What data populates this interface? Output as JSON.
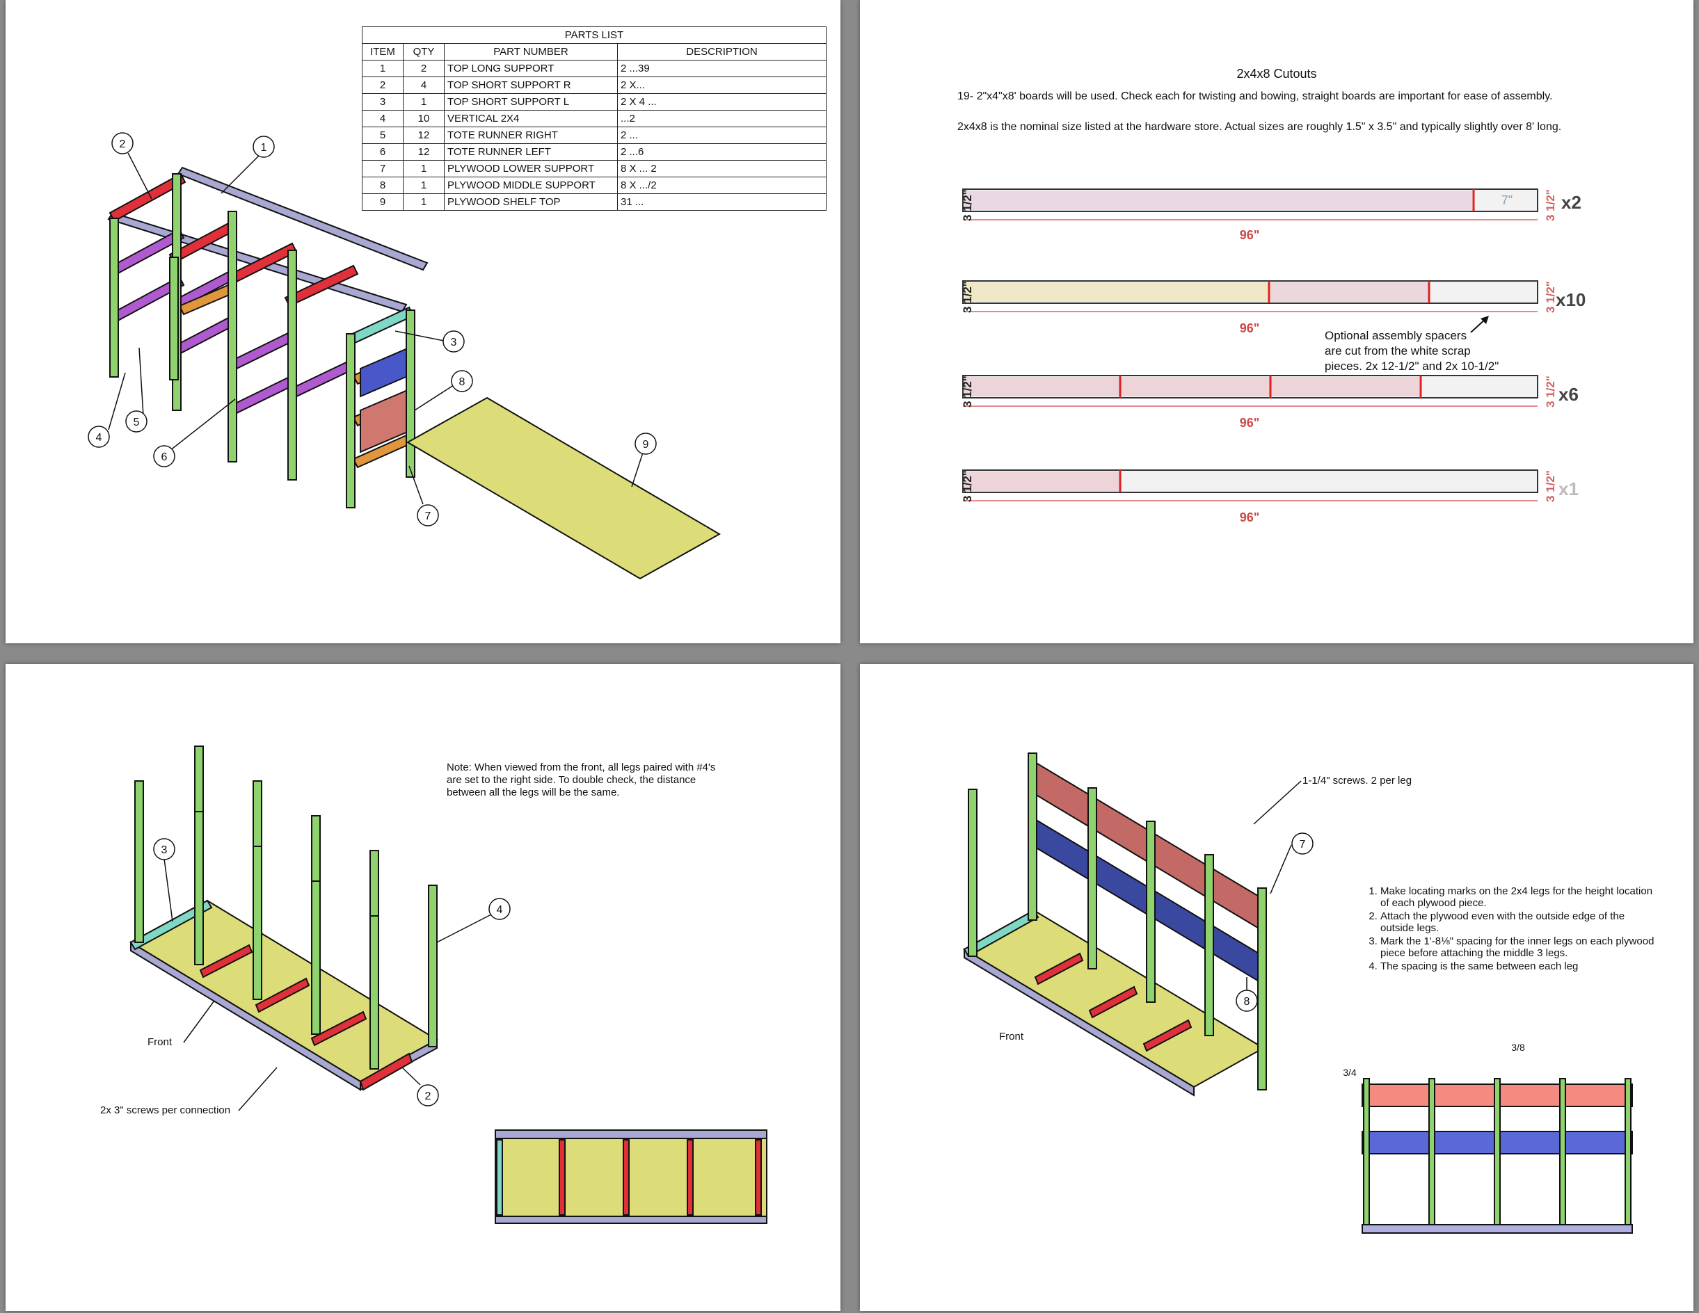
{
  "parts_list": {
    "title": "PARTS LIST",
    "headers": [
      "ITEM",
      "QTY",
      "PART NUMBER",
      "DESCRIPTION"
    ],
    "rows": [
      {
        "item": "1",
        "qty": "2",
        "part": "TOP LONG SUPPORT",
        "desc": "2 ...39"
      },
      {
        "item": "2",
        "qty": "4",
        "part": "TOP SHORT SUPPORT R",
        "desc": "2 X..."
      },
      {
        "item": "3",
        "qty": "1",
        "part": "TOP SHORT SUPPORT L",
        "desc": "2 X 4 ..."
      },
      {
        "item": "4",
        "qty": "10",
        "part": "VERTICAL 2X4",
        "desc": "...2"
      },
      {
        "item": "5",
        "qty": "12",
        "part": "TOTE RUNNER RIGHT",
        "desc": "2 ..."
      },
      {
        "item": "6",
        "qty": "12",
        "part": "TOTE RUNNER LEFT",
        "desc": "2 ...6"
      },
      {
        "item": "7",
        "qty": "1",
        "part": "PLYWOOD LOWER SUPPORT",
        "desc": "8 X ... 2"
      },
      {
        "item": "8",
        "qty": "1",
        "part": "PLYWOOD MIDDLE SUPPORT",
        "desc": "8 X .../2"
      },
      {
        "item": "9",
        "qty": "1",
        "part": "PLYWOOD SHELF TOP",
        "desc": "31 ..."
      }
    ]
  },
  "assembly_callouts": [
    "1",
    "2",
    "3",
    "4",
    "5",
    "6",
    "7",
    "8",
    "9"
  ],
  "cutouts": {
    "title": "2x4x8 Cutouts",
    "line1": "19- 2\"x4\"x8' boards will be used. Check each for twisting and bowing, straight boards are important for ease of assembly.",
    "line2": "2x4x8 is the nominal size listed at the hardware store. Actual sizes are roughly 1.5\" x 3.5\" and typically slightly over 8' long.",
    "board_length": "96\"",
    "end_label": "3 1/2\"",
    "boards": [
      {
        "multiplier": "x2",
        "scrap": "7\""
      },
      {
        "multiplier": "x10"
      },
      {
        "multiplier": "x6"
      },
      {
        "multiplier": "x1"
      }
    ],
    "spacer_note": [
      "Optional assembly spacers",
      "are cut from the white scrap",
      "pieces. 2x 12-1/2\" and 2x 10-1/2\""
    ]
  },
  "frame_page": {
    "note": "Note: When viewed from the front, all legs paired with #4's are set to the right side. To double check, the distance between all the legs will be the same.",
    "front_label": "Front",
    "screws_label": "2x 3\" screws per connection",
    "callouts": [
      "3",
      "4",
      "2"
    ]
  },
  "plywood_page": {
    "screws_label": "1-1/4\" screws. 2 per leg",
    "front_label": "Front",
    "callouts": [
      "7",
      "8"
    ],
    "steps": [
      "Make locating marks on the 2x4 legs for the height location of each plywood piece.",
      "Attach the plywood even with the outside edge of the outside legs.",
      "Mark the 1'-8⅛\" spacing for the inner legs on each plywood piece before attaching the middle 3 legs.",
      "The spacing is the same between each leg"
    ],
    "dim_top": "3/8",
    "dim_left": "3/4"
  },
  "colors": {
    "red": "#e0303a",
    "purple": "#b05ad0",
    "green": "#8ed36e",
    "lavender": "#a8a8d2",
    "orange": "#e0963c",
    "teal": "#7fd8c6",
    "plywood": "#dcdc78",
    "salmon": "#f08a80",
    "blue": "#4858c8"
  }
}
